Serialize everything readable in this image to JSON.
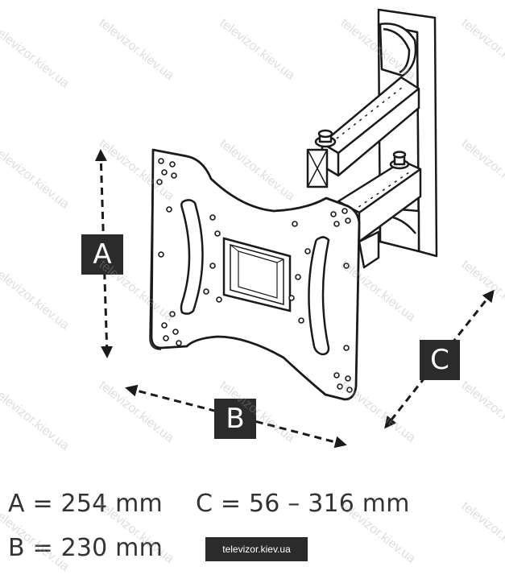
{
  "labels": {
    "a": "A",
    "b": "B",
    "c": "C"
  },
  "specs": {
    "a": "A = 254 mm",
    "b": "B = 230 mm",
    "c": "C = 56 – 316 mm"
  },
  "watermark": "televizor.kiev.ua",
  "badge": "televizor.kiev.ua",
  "colors": {
    "line": "#1a1a1a",
    "label_bg": "#2b2b2b",
    "spec_text": "#333333"
  }
}
